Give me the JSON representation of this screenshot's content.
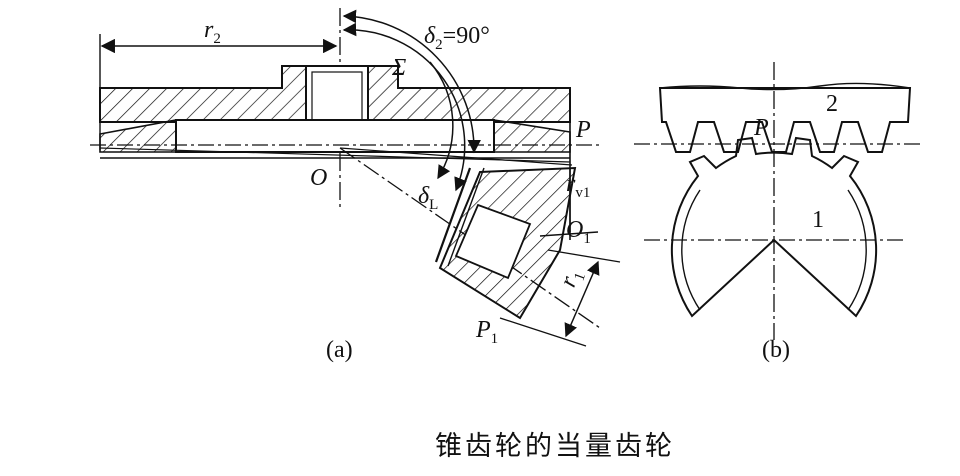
{
  "figure_a": {
    "r2": {
      "sym": "r",
      "sub": "2"
    },
    "delta2": {
      "sym": "δ",
      "sub": "2",
      "rest": "=90°"
    },
    "sigma": "Σ",
    "P": "P",
    "O": "O",
    "rv1": {
      "sym": "r",
      "sub": "v1"
    },
    "deltaL": {
      "sym": "δ",
      "sub": "L"
    },
    "O1": {
      "sym": "O",
      "sub": "1"
    },
    "r1": {
      "sym": "r",
      "sub": "1"
    },
    "P1": {
      "sym": "P",
      "sub": "1"
    },
    "tag": "(a)"
  },
  "figure_b": {
    "P": "P",
    "gear_top": "2",
    "gear_bottom": "1",
    "tag": "(b)"
  },
  "caption": "锥齿轮的当量齿轮",
  "colors": {
    "ink": "#111111",
    "paper": "#ffffff"
  }
}
